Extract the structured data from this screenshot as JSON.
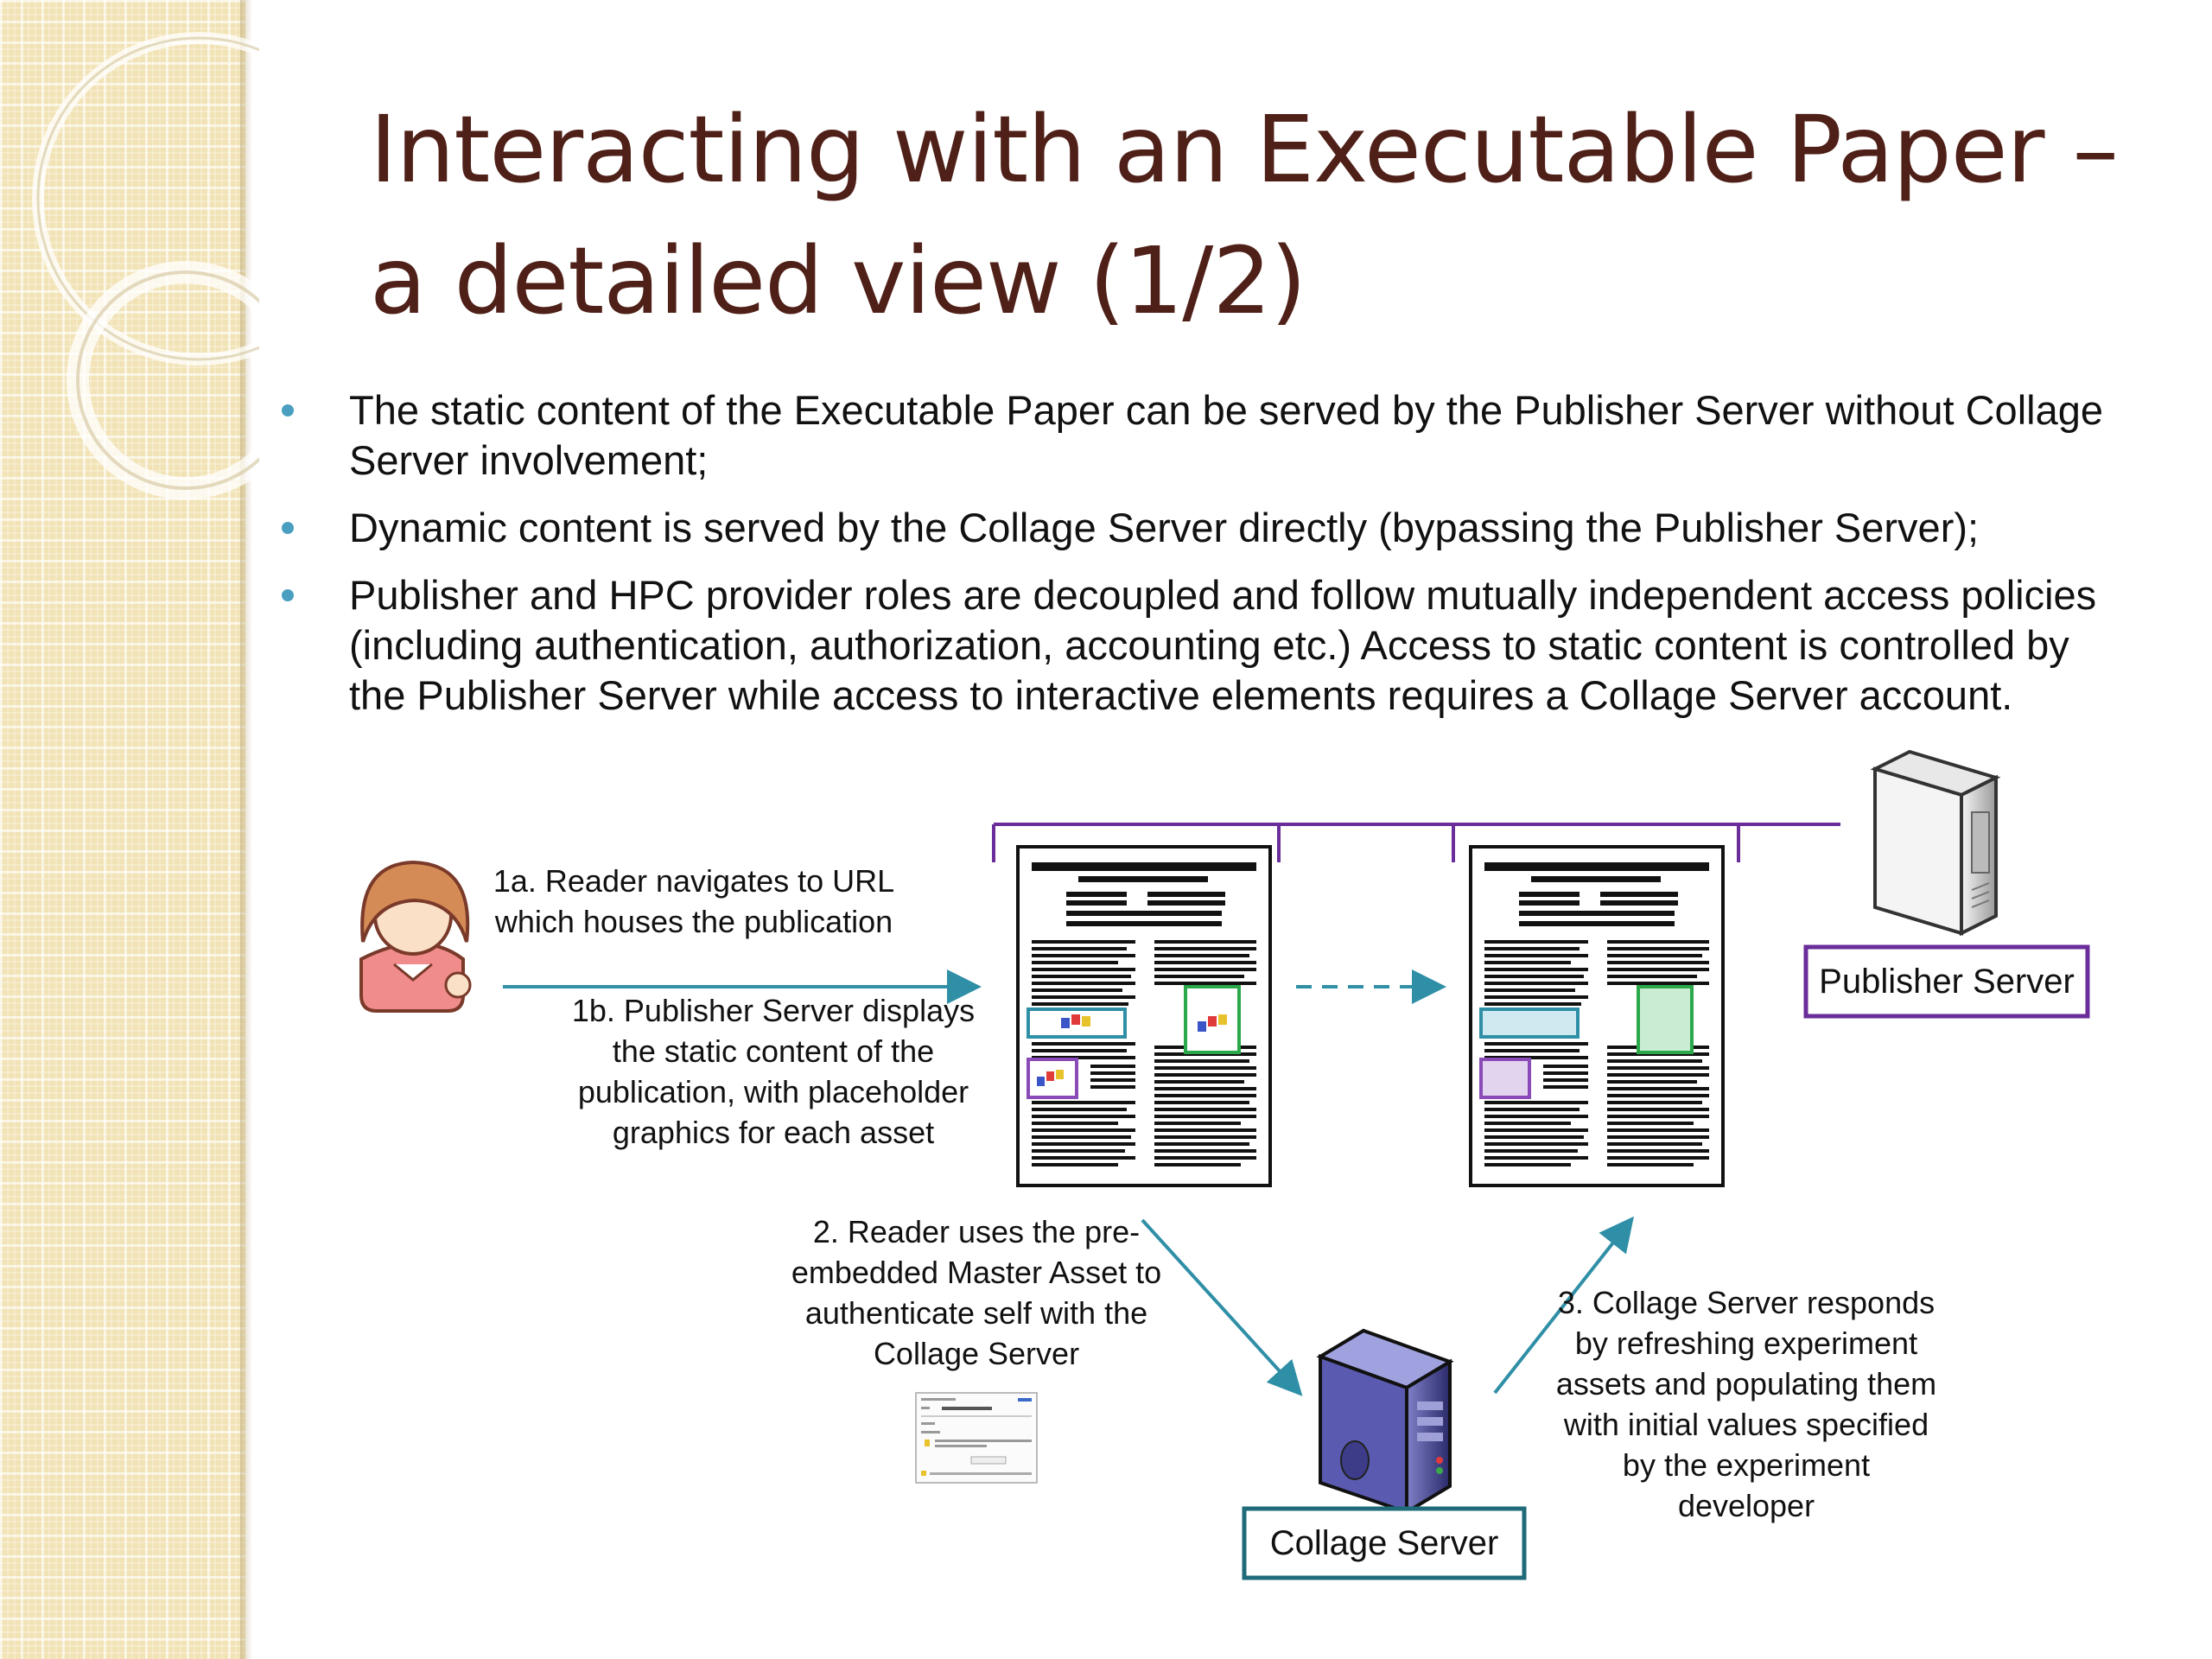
{
  "title": {
    "line1": "Interacting with an Executable Paper –",
    "line2": "a detailed view (1/2)"
  },
  "bullets": [
    {
      "line1": "The static content of the Executable Paper can be served by the Publisher Server without Collage",
      "line2": "Server involvement;"
    },
    {
      "line1": "Dynamic content is served by the Collage Server directly (bypassing the Publisher Server);"
    },
    {
      "line1": "Publisher and HPC provider roles are decoupled and follow mutually independent access policies",
      "line2": "(including authentication, authorization, accounting etc.) Access to static content is controlled by",
      "line3": "the Publisher Server while access to interactive elements requires a Collage Server account."
    }
  ],
  "diagram": {
    "step1a": {
      "line1": "1a. Reader navigates to URL",
      "line2": "which houses the publication"
    },
    "step1b": {
      "line1": "1b. Publisher Server displays",
      "line2": "the static content of the",
      "line3": "publication, with placeholder",
      "line4": "graphics for each asset"
    },
    "step2": {
      "line1": "2. Reader uses the pre-",
      "line2": "embedded Master Asset to",
      "line3": "authenticate self with the",
      "line4": "Collage Server"
    },
    "step3": {
      "line1": "3. Collage Server responds",
      "line2": "by refreshing experiment",
      "line3": "assets and populating them",
      "line4": "with initial values specified",
      "line5": "by the experiment",
      "line6": "developer"
    },
    "publisher_server": "Publisher Server",
    "collage_server": "Collage Server"
  },
  "colors": {
    "title": "#4f2018",
    "bullet": "#4a9fc0",
    "arrow": "#2f8fa6",
    "publisher_border": "#6a2d9a",
    "collage_border": "#1f6b7a",
    "strip": "#f2e3b6"
  }
}
